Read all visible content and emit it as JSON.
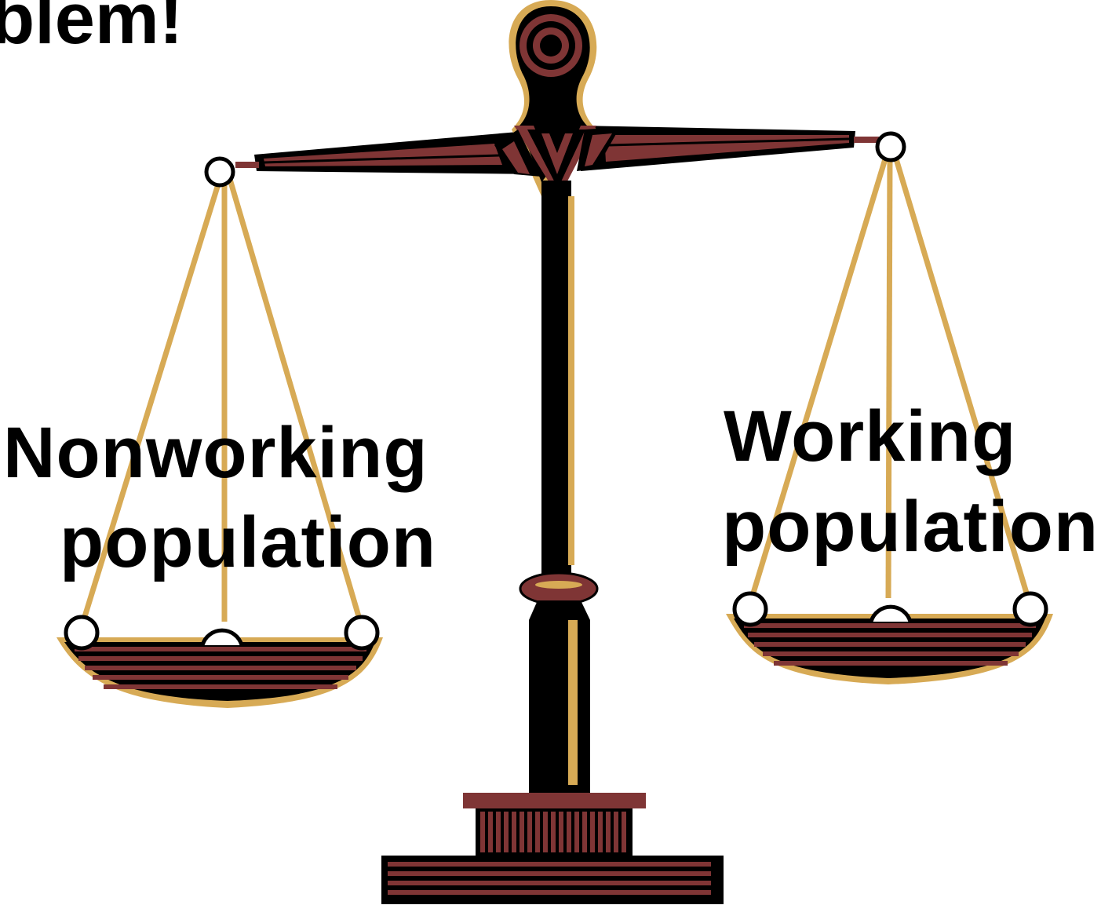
{
  "title_fragment": "blem!",
  "left_pan": {
    "line1": "Nonworking",
    "line2": "population"
  },
  "right_pan": {
    "line1": "Working",
    "line2": "population"
  },
  "colors": {
    "gold": "#D7AA55",
    "maroon": "#7F3535",
    "black": "#000000",
    "background": "#FFFFFF"
  },
  "illustration": "balance-scale"
}
